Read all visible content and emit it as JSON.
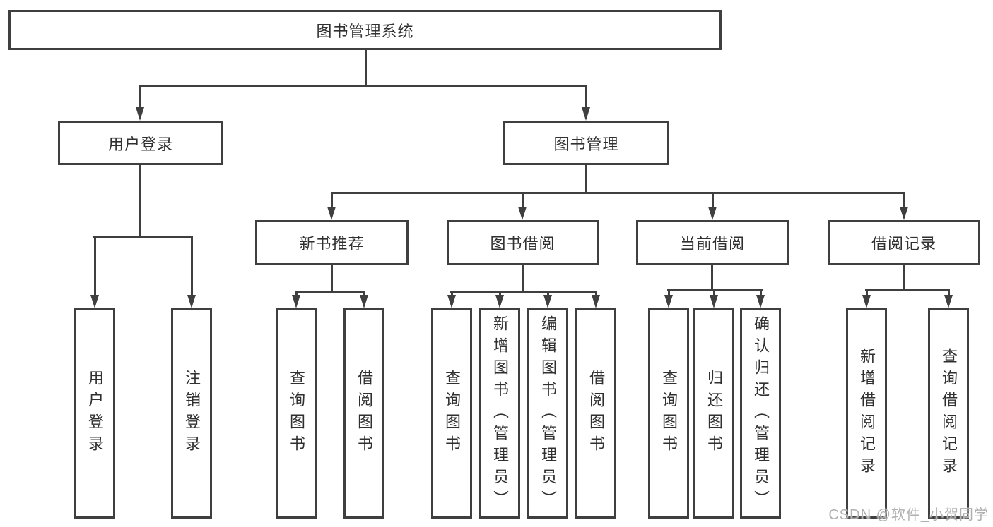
{
  "diagram_title": "图书管理系统",
  "tree": {
    "root": "图书管理系统",
    "children": [
      {
        "label": "用户登录",
        "children": [
          "用户登录",
          "注销登录"
        ]
      },
      {
        "label": "图书管理",
        "children": [
          {
            "label": "新书推荐",
            "children": [
              "查询图书",
              "借阅图书"
            ]
          },
          {
            "label": "图书借阅",
            "children": [
              "查询图书",
              "新增图书（管理员）",
              "编辑图书（管理员）",
              "借阅图书"
            ]
          },
          {
            "label": "当前借阅",
            "children": [
              "查询图书",
              "归还图书",
              "确认归还（管理员）"
            ]
          },
          {
            "label": "借阅记录",
            "children": [
              "新增借阅记录",
              "查询借阅记录"
            ]
          }
        ]
      }
    ]
  },
  "watermark": "CSDN @软件_小贺同学",
  "colors": {
    "line": "#3f3f3f",
    "text": "#303030",
    "watermark": "#b0b0b0",
    "background": "#ffffff"
  }
}
